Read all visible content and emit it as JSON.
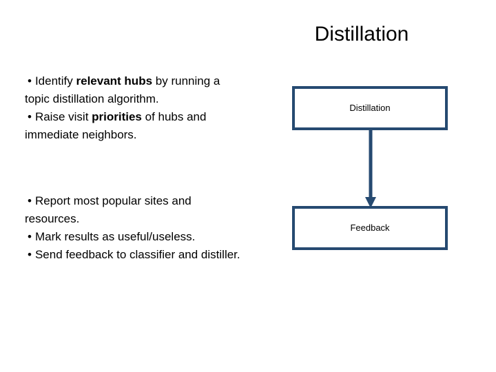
{
  "slide": {
    "title": "Distillation",
    "background_color": "#ffffff",
    "text_color": "#000000"
  },
  "body": {
    "blocks": [
      {
        "id": "distillation-steps",
        "lines": [
          {
            "bullet": true,
            "segments": [
              {
                "text": "Identify ",
                "bold": false
              },
              {
                "text": "relevant hubs",
                "bold": true
              },
              {
                "text": " by running a",
                "bold": false
              }
            ]
          },
          {
            "bullet": false,
            "segments": [
              {
                "text": "topic distillation algorithm.",
                "bold": false
              }
            ]
          },
          {
            "bullet": true,
            "segments": [
              {
                "text": "Raise visit ",
                "bold": false
              },
              {
                "text": "priorities",
                "bold": true
              },
              {
                "text": " of hubs and",
                "bold": false
              }
            ]
          },
          {
            "bullet": false,
            "segments": [
              {
                "text": "immediate neighbors.",
                "bold": false
              }
            ]
          }
        ]
      },
      {
        "id": "feedback-steps",
        "lines": [
          {
            "bullet": true,
            "segments": [
              {
                "text": "Report most popular sites and",
                "bold": false
              }
            ]
          },
          {
            "bullet": false,
            "segments": [
              {
                "text": "resources.",
                "bold": false
              }
            ]
          },
          {
            "bullet": true,
            "segments": [
              {
                "text": "Mark results as useful/useless.",
                "bold": false
              }
            ]
          },
          {
            "bullet": true,
            "segments": [
              {
                "text": "Send feedback to classifier and distiller.",
                "bold": false
              }
            ]
          }
        ]
      }
    ],
    "bullet_glyph": "•"
  },
  "diagram": {
    "border_color": "#264a71",
    "fill_color": "#ffffff",
    "arrow_color": "#264a71",
    "nodes": [
      {
        "id": "distillation",
        "label": "Distillation"
      },
      {
        "id": "feedback",
        "label": "Feedback"
      }
    ],
    "edges": [
      {
        "from": "distillation",
        "to": "feedback",
        "direction": "down",
        "arrowhead": true
      }
    ]
  }
}
